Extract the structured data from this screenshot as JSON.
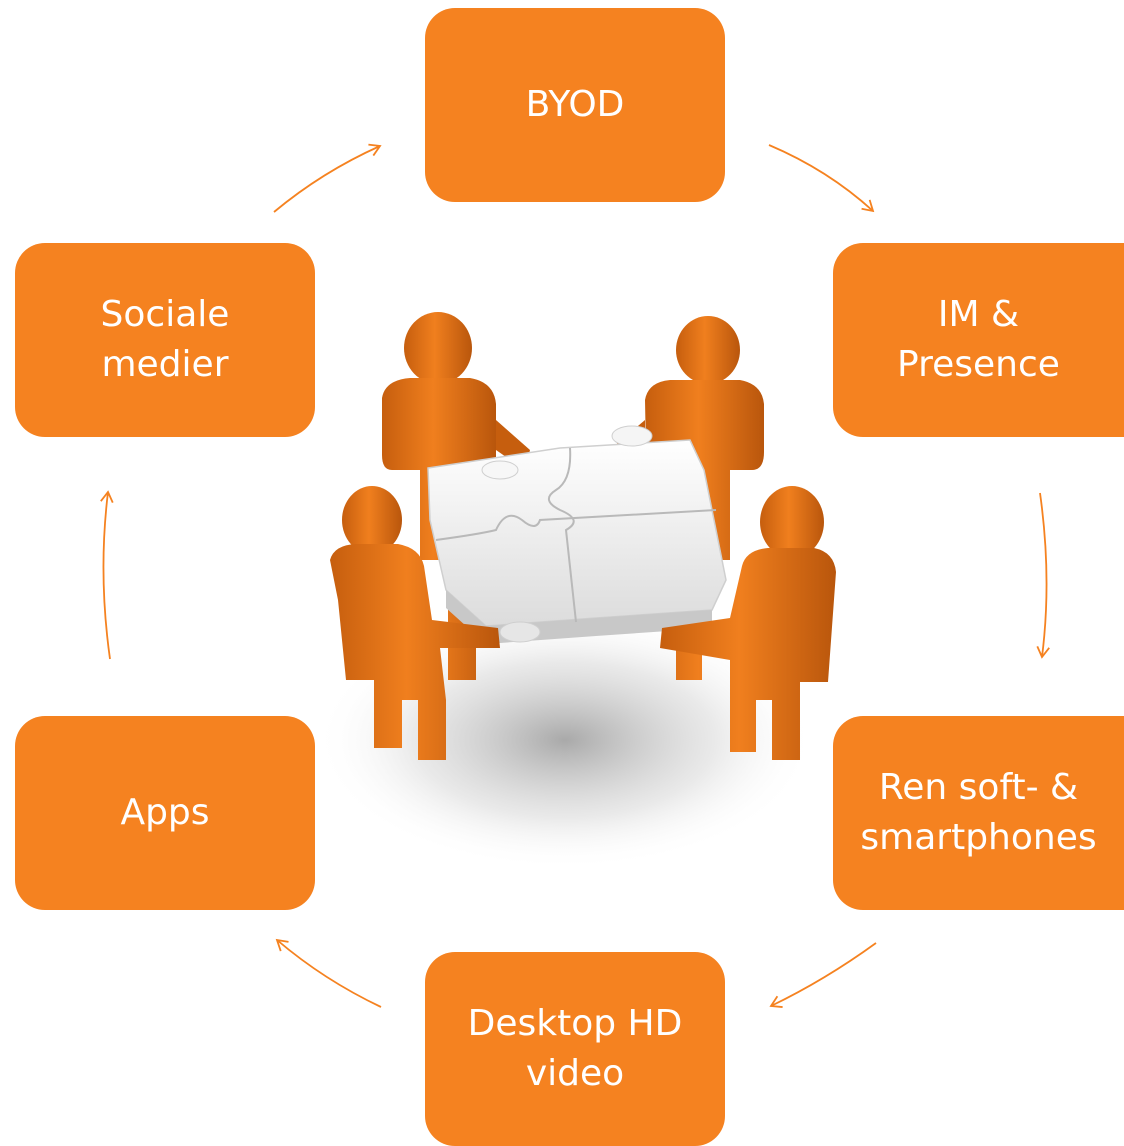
{
  "colors": {
    "accent": "#F58220",
    "figure": "#E67417",
    "figure_shade": "#B9560C",
    "puzzle": "#F2F2F2",
    "puzzle_line": "#C9C9C9"
  },
  "cycle": {
    "nodes": [
      {
        "id": "byod",
        "label": "BYOD"
      },
      {
        "id": "im",
        "label": "IM &\nPresence"
      },
      {
        "id": "ren",
        "label": "Ren soft- &\nsmartphones"
      },
      {
        "id": "desktop",
        "label": "Desktop HD\nvideo"
      },
      {
        "id": "apps",
        "label": "Apps"
      },
      {
        "id": "sociale",
        "label": "Sociale\nmedier"
      }
    ],
    "direction": "clockwise"
  },
  "center_image": {
    "icon": "people-puzzle-teamwork-icon"
  }
}
